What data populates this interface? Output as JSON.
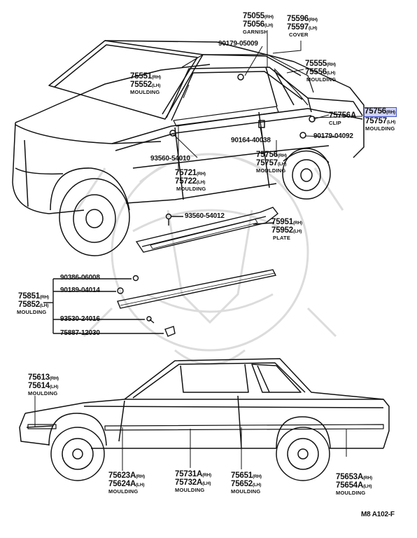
{
  "colors": {
    "ink": "#111111",
    "highlight": "#3d4fc8",
    "watermark": "#d9d9d9"
  },
  "labels": {
    "p75055": {
      "num": "75055",
      "sfx": "(RH)"
    },
    "p75056": {
      "num": "75056",
      "sfx": "(LH)"
    },
    "garnish": "GARNISH",
    "p75596": {
      "num": "75596",
      "sfx": "(RH)"
    },
    "p75597": {
      "num": "75597",
      "sfx": "(LH)"
    },
    "cover": "COVER",
    "p90179_05009": "90179-05009",
    "p75551": {
      "num": "75551",
      "sfx": "(RH)"
    },
    "p75552": {
      "num": "75552",
      "sfx": "(LH)"
    },
    "moulding_a": "MOULDING",
    "p75555": {
      "num": "75555",
      "sfx": "(RH)"
    },
    "p75556": {
      "num": "75556",
      "sfx": "(LH)"
    },
    "moulding_b": "MOULDING",
    "p75756A": "75756A",
    "clip": "CLIP",
    "p75756_top": {
      "num": "75756",
      "sfx": "(RH)"
    },
    "p75757_top": {
      "num": "75757",
      "sfx": "(LH)"
    },
    "moulding_c": "MOULDING",
    "p90179_04092": "90179-04092",
    "p90164_40038": "90164-40038",
    "p93560_54010": "93560-54010",
    "p75756_mid": {
      "num": "75756",
      "sfx": "(RH)"
    },
    "p75757_mid": {
      "num": "75757",
      "sfx": "(LH)"
    },
    "moulding_d": "MOULDING",
    "p75721": {
      "num": "75721",
      "sfx": "(RH)"
    },
    "p75722": {
      "num": "75722",
      "sfx": "(LH)"
    },
    "moulding_e": "MOULDING",
    "p93560_54012": "93560-54012",
    "p75951": {
      "num": "75951",
      "sfx": "(RH)"
    },
    "p75952": {
      "num": "75952",
      "sfx": "(LH)"
    },
    "plate": "PLATE",
    "p90386_06008": "90386-06008",
    "p90189_04014": "90189-04014",
    "p75851": {
      "num": "75851",
      "sfx": "(RH)"
    },
    "p75852": {
      "num": "75852",
      "sfx": "(LH)"
    },
    "moulding_f": "MOULDING",
    "p93530_24016": "93530-24016",
    "p75887_12030": "75887-12030",
    "p75613": {
      "num": "75613",
      "sfx": "(RH)"
    },
    "p75614": {
      "num": "75614",
      "sfx": "(LH)"
    },
    "moulding_g": "MOULDING",
    "p75623A": {
      "num": "75623A",
      "sfx": "(RH)"
    },
    "p75624A": {
      "num": "75624A",
      "sfx": "(LH)"
    },
    "moulding_h": "MOULDING",
    "p75731A": {
      "num": "75731A",
      "sfx": "(RH)"
    },
    "p75732A": {
      "num": "75732A",
      "sfx": "(LH)"
    },
    "moulding_i": "MOULDING",
    "p75651": {
      "num": "75651",
      "sfx": "(RH)"
    },
    "p75652": {
      "num": "75652",
      "sfx": "(LH)"
    },
    "moulding_j": "MOULDING",
    "p75653A": {
      "num": "75653A",
      "sfx": "(RH)"
    },
    "p75654A": {
      "num": "75654A",
      "sfx": "(LH)"
    },
    "moulding_k": "MOULDING",
    "figure_code": "M8 A102-F"
  }
}
